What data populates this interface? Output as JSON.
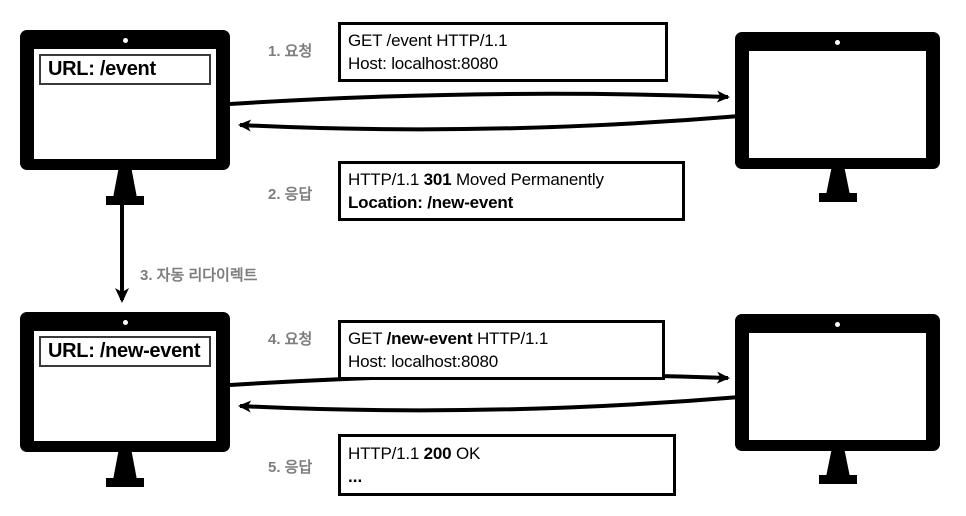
{
  "diagram": {
    "title": "HTTP 301 redirect sequence",
    "background": "#ffffff",
    "label_color": "#7d7d7d",
    "ink_color": "#000000"
  },
  "clients": [
    {
      "name": "client-before-redirect",
      "url_label": "URL: /event"
    },
    {
      "name": "client-after-redirect",
      "url_label": "URL: /new-event"
    }
  ],
  "servers": [
    {
      "name": "server-top",
      "screen_content": ""
    },
    {
      "name": "server-bottom",
      "screen_content": ""
    }
  ],
  "steps": [
    {
      "id": 1,
      "label": "1. 요청"
    },
    {
      "id": 2,
      "label": "2. 응답"
    },
    {
      "id": 3,
      "label": "3. 자동 리다이렉트"
    },
    {
      "id": 4,
      "label": "4. 요청"
    },
    {
      "id": 5,
      "label": "5. 응답"
    }
  ],
  "messages": [
    {
      "id": "request-1",
      "line1_pre": "GET /event HTTP/1.1",
      "line1_bold": "",
      "line1_post": "",
      "line2": "Host: localhost:8080"
    },
    {
      "id": "response-301",
      "line1_pre": "HTTP/1.1 ",
      "line1_bold": "301",
      "line1_post": " Moved Permanently",
      "line2": "Location: /new-event"
    },
    {
      "id": "request-2",
      "line1_pre": "GET ",
      "line1_bold": "/new-event",
      "line1_post": " HTTP/1.1",
      "line2": "Host: localhost:8080"
    },
    {
      "id": "response-200",
      "line1_pre": "HTTP/1.1 ",
      "line1_bold": "200",
      "line1_post": " OK",
      "line2": "..."
    }
  ]
}
